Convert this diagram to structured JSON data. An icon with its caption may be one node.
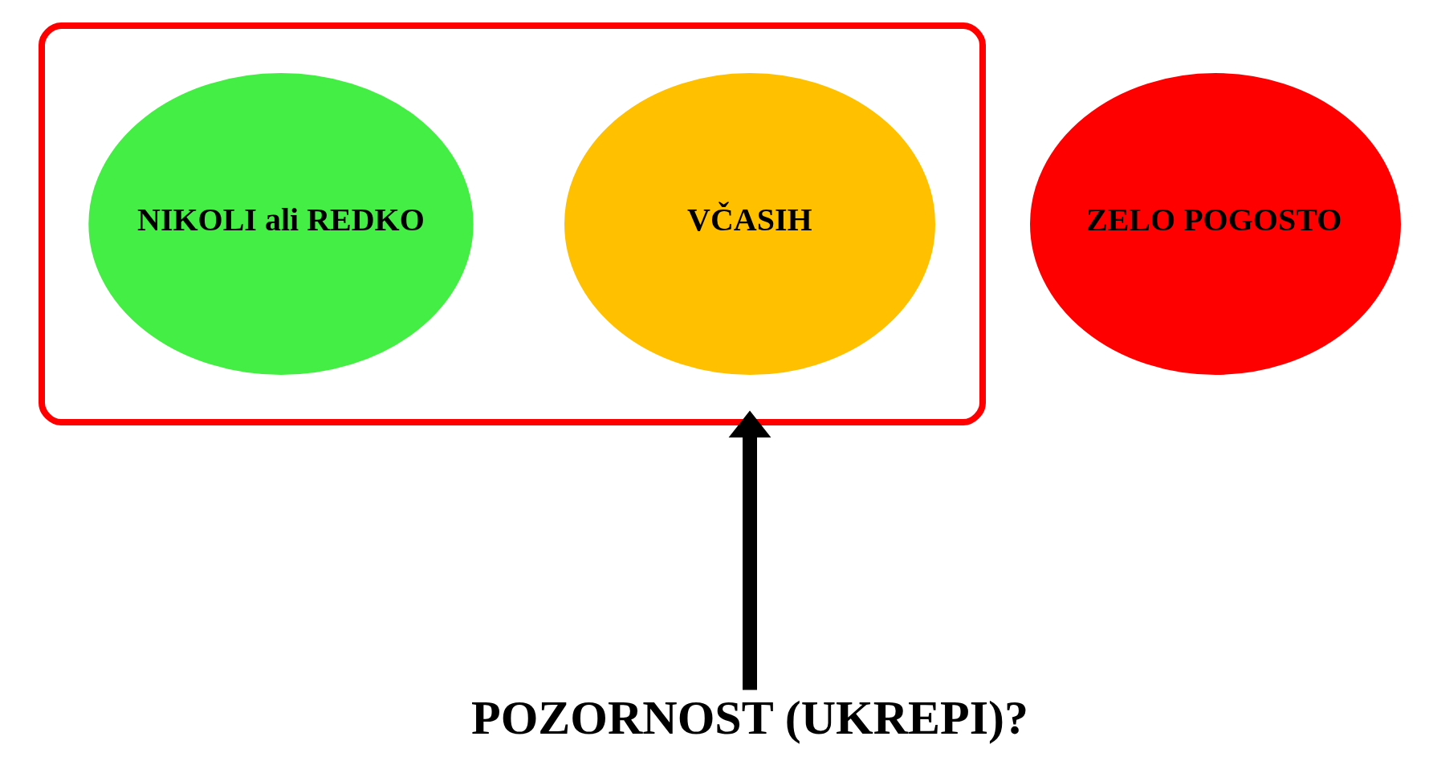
{
  "diagram": {
    "nodes": [
      {
        "text": [],
        "shape": "ellipse"
      },
      {
        "text": [
          "NIKOLI ali REDKO"
        ],
        "in": 0
      },
      {
        "text": [
          "VČASIH"
        ],
        "in": 0
      },
      {
        "text": [
          "ZELO POGOSTO"
        ]
      },
      {
        "text": [
          "POZORNOST (UKREPI)?"
        ]
      }
    ],
    "edges": [
      {
        "from": 4,
        "to": 0,
        "arrow": "to"
      }
    ]
  }
}
